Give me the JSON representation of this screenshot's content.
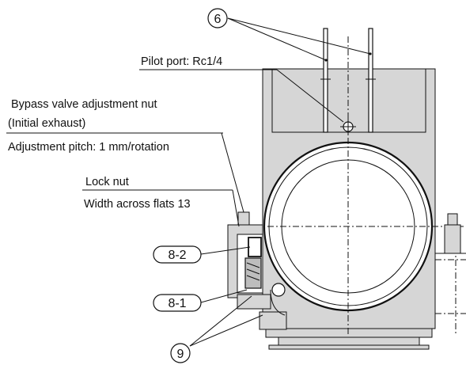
{
  "labels": {
    "pilot_port": "Pilot port: Rc1/4",
    "bypass_nut": "Bypass valve adjustment nut",
    "initial_exhaust": "(Initial exhaust)",
    "adjustment_pitch": "Adjustment pitch: 1 mm/rotation",
    "lock_nut": "Lock nut",
    "width_across_flats": "Width across flats 13"
  },
  "callouts": {
    "c6": "6",
    "c8_2": "8-2",
    "c8_1": "8-1",
    "c9": "9"
  },
  "colors": {
    "body_fill": "#d6d6d6",
    "line": "#111111"
  }
}
